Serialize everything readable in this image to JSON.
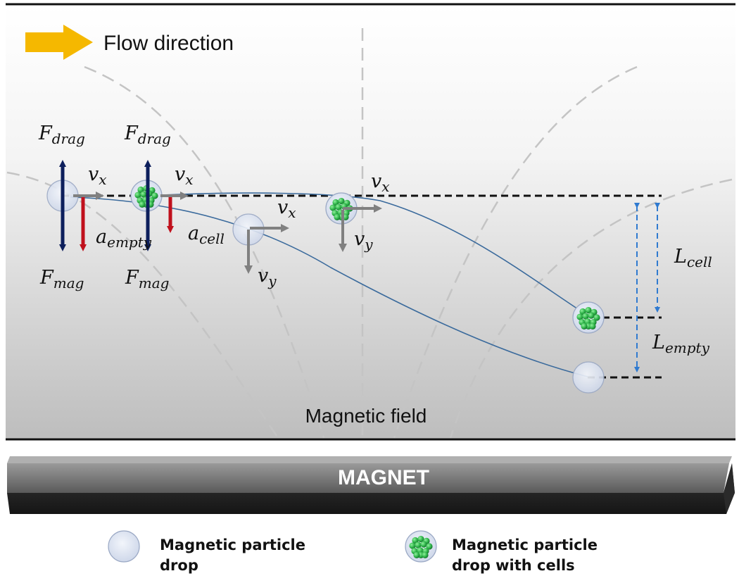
{
  "header": {
    "flow_label": "Flow direction"
  },
  "field_label": "Magnetic field",
  "magnet_label": "MAGNET",
  "forces": {
    "f_drag": "F",
    "drag_sub": "drag",
    "f_mag": "F",
    "mag_sub": "mag",
    "a": "a",
    "empty_sub": "empty",
    "cell_sub": "cell",
    "v": "v",
    "x_sub": "x",
    "y_sub": "y",
    "L": "L"
  },
  "legend": {
    "empty_line1": "Magnetic particle",
    "empty_line2": "drop",
    "cell_line1": "Magnetic particle",
    "cell_line2": "drop with cells"
  },
  "colors": {
    "flow_arrow": "#f5b800",
    "force_arrow": "#0d1f5c",
    "accel_arrow": "#c0101c",
    "velocity_arrow": "#808080",
    "trajectory": "#3a6a9c",
    "distance_arrow": "#2f7ad0",
    "cell_green": "#2fb44a"
  }
}
